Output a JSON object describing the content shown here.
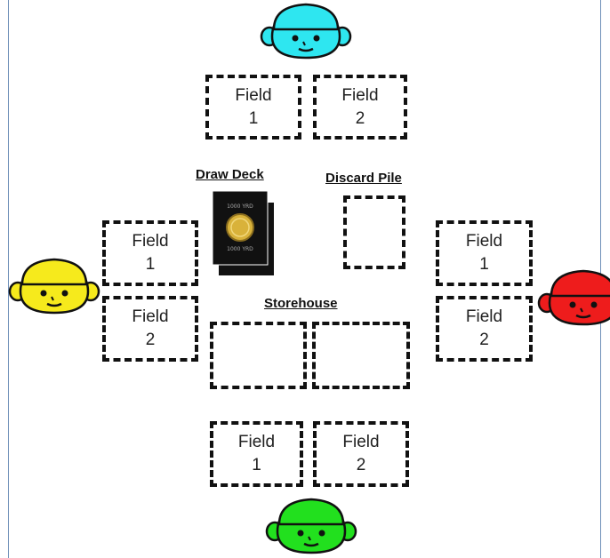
{
  "labels": {
    "draw_deck": "Draw Deck",
    "discard_pile": "Discard Pile",
    "storehouse": "Storehouse"
  },
  "field_word": "Field",
  "fields": {
    "top": [
      "1",
      "2"
    ],
    "left": [
      "1",
      "2"
    ],
    "right": [
      "1",
      "2"
    ],
    "bottom": [
      "1",
      "2"
    ]
  },
  "players": [
    {
      "position": "top",
      "color": "#2ee6f0"
    },
    {
      "position": "left",
      "color": "#f6ea1c"
    },
    {
      "position": "right",
      "color": "#ee1c1c"
    },
    {
      "position": "bottom",
      "color": "#22e01e"
    }
  ],
  "colors": {
    "frame": "#6f8fb8",
    "dash": "#111111",
    "card": "#111111",
    "coin": "#d9b23a"
  }
}
